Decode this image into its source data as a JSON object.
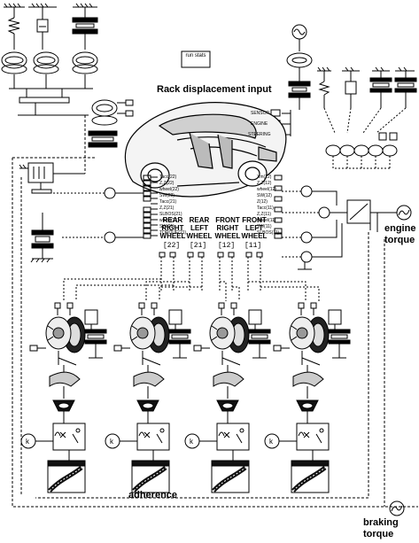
{
  "labels": {
    "rack_input": "Rack displacement input",
    "engine_torque": "engine torque",
    "braking_torque": "braking torque",
    "adherence": "adherence",
    "run_stats": "run stats"
  },
  "wheel_labels": [
    {
      "name": "REAR RIGHT WHEEL",
      "index": "[22]"
    },
    {
      "name": "REAR LEFT WHEEL",
      "index": "[21]"
    },
    {
      "name": "FRONT RIGHT WHEEL",
      "index": "[12]"
    },
    {
      "name": "FRONT LEFT WHEEL",
      "index": "[11]"
    }
  ],
  "sensor_labels": {
    "top": [
      "SENSOR",
      "ENGINE",
      "STEERING"
    ],
    "left_column": [
      "Tacc(22)",
      "Z,Z(22)",
      "wheel(22)",
      "SW(22)",
      "Tacc(21)",
      "Z,Z(21)",
      "SLBOS(21)",
      "wheel(21)",
      "SW(21)",
      "TORQUE(21)"
    ],
    "right_column": [
      "Xm(12)",
      "Z,Z(12)",
      "wheel(12)",
      "SW(12)",
      "Z(12)",
      "Tacc(11)",
      "Z,Z(11)",
      "wheel(11)",
      "SW(11)",
      "SLBOS(11)"
    ]
  }
}
